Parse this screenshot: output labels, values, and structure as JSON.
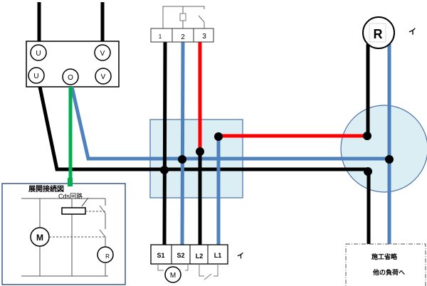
{
  "source_box": {
    "top_terminals": [
      "U",
      "V"
    ],
    "bottom_terminals": [
      "U",
      "O",
      "V"
    ]
  },
  "sensor_block": {
    "terminals": [
      "1",
      "2",
      "3"
    ]
  },
  "load_block": {
    "terminals": [
      "S1",
      "S2",
      "L2",
      "L1"
    ],
    "label": "イ",
    "motor_label": "M"
  },
  "lamp": {
    "symbol": "R",
    "label": "イ"
  },
  "schematic_box": {
    "title": "展開接続図",
    "cds_label": "Cds回路",
    "motor_label": "M",
    "lamp_label": "R"
  },
  "note_box": {
    "line1": "施工省略",
    "line2": "他の負荷へ"
  },
  "colors": {
    "black_wire": "#000000",
    "blue_wire": "#4f81bd",
    "red_wire": "#ff0000",
    "green_wire": "#00b050",
    "junction_fill": "#dbeef4",
    "junction_stroke": "#4a6fa5",
    "schematic_border": "#3b5a8a"
  }
}
